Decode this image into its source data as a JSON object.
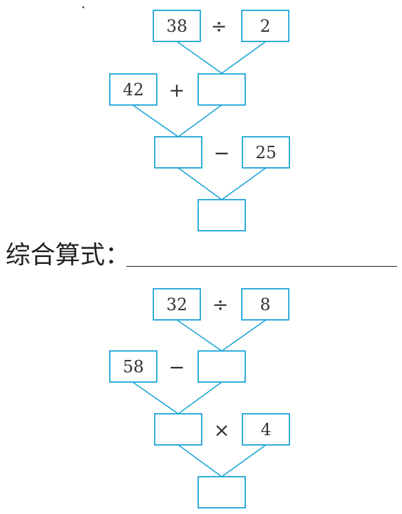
{
  "colors": {
    "box_stroke": "#1aa3d9",
    "text": "#333333"
  },
  "trees": [
    {
      "top_left": "38",
      "top_op": "÷",
      "top_right": "2",
      "mid_left": "42",
      "mid_op": "+",
      "mid_box": "",
      "low_box": "",
      "low_op": "−",
      "low_right": "25",
      "result": ""
    },
    {
      "top_left": "32",
      "top_op": "÷",
      "top_right": "8",
      "mid_left": "58",
      "mid_op": "−",
      "mid_box": "",
      "low_box": "",
      "low_op": "×",
      "low_right": "4",
      "result": ""
    }
  ],
  "formula_label": "综合算式："
}
